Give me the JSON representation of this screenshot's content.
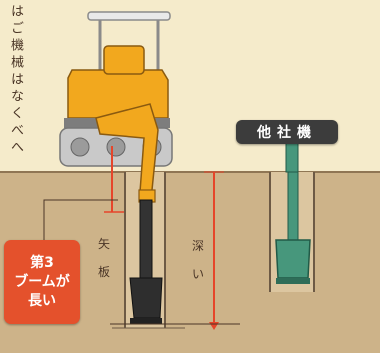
{
  "side_text": "はご機械はなくべへ",
  "other_machine_tag": "他社機",
  "third_boom_tag": [
    "第3",
    "ブームが",
    "長い"
  ],
  "labels": {
    "ya": "矢",
    "ita": "板",
    "fuka": "深",
    "i": "い"
  },
  "colors": {
    "sky": "#f5ebcb",
    "ground": "#cdb389",
    "ground_edge": "#8f7654",
    "excavator_yellow": "#f2a81e",
    "excavator_grey": "#c9c9c9",
    "other_green": "#47977c",
    "dim_red": "#e6452a",
    "tag_red": "#e4512c",
    "tag_dark": "#3c3c3c"
  }
}
